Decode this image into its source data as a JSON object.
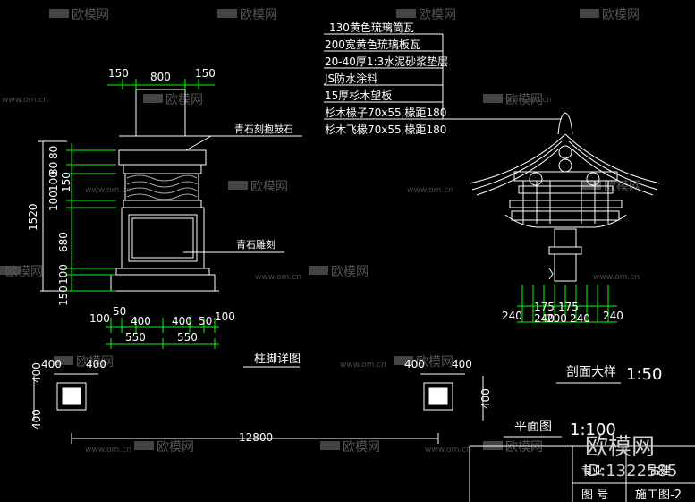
{
  "watermark": {
    "brand": "欧模网",
    "url": "www.om.cn",
    "logo_brand": "欧模网",
    "logo_id": "ID:1322585"
  },
  "pillar_base": {
    "top_dims": [
      "150",
      "800",
      "150"
    ],
    "left_dims": [
      "80",
      "80",
      "100",
      "150",
      "100",
      "680",
      "100",
      "150"
    ],
    "total_height": "1520",
    "bottom_dims_row1": [
      "100",
      "50",
      "400",
      "400",
      "50",
      "100"
    ],
    "bottom_dims_row2": [
      "550",
      "550"
    ],
    "label_upper": "青石刻抱鼓石",
    "label_lower": "青石雕刻",
    "title": "柱脚详图"
  },
  "section": {
    "notes": [
      "130黄色琉璃筒瓦",
      "200宽黄色琉璃板瓦",
      "20-40厚1:3水泥砂浆垫层",
      "JS防水涂料",
      "15厚杉木望板",
      "杉木椽子70x55,椽距180",
      "杉木飞椽70x55,椽距180"
    ],
    "bottom_dims_row1": [
      "175",
      "175"
    ],
    "bottom_dims_row2": [
      "240",
      "200",
      "240"
    ],
    "side_dims": [
      "240",
      "240"
    ],
    "title": "剖面大样",
    "scale": "1:50"
  },
  "plan": {
    "left_top_dims": [
      "400",
      "400"
    ],
    "left_side_dims": [
      "400",
      "400"
    ],
    "right_top_dims": [
      "400",
      "400"
    ],
    "right_side_dims": [
      "400"
    ],
    "total_length": "12800",
    "title": "平面图",
    "scale": "1:100"
  },
  "title_block": {
    "specialty_label": "专业",
    "specialty_value": "古建",
    "drawing_no_label": "图 号",
    "drawing_no_value": "施工图-2"
  },
  "colors": {
    "background": "#000000",
    "lines": "#ffffff",
    "dimension": "#00ff00",
    "watermark": "#555555"
  }
}
